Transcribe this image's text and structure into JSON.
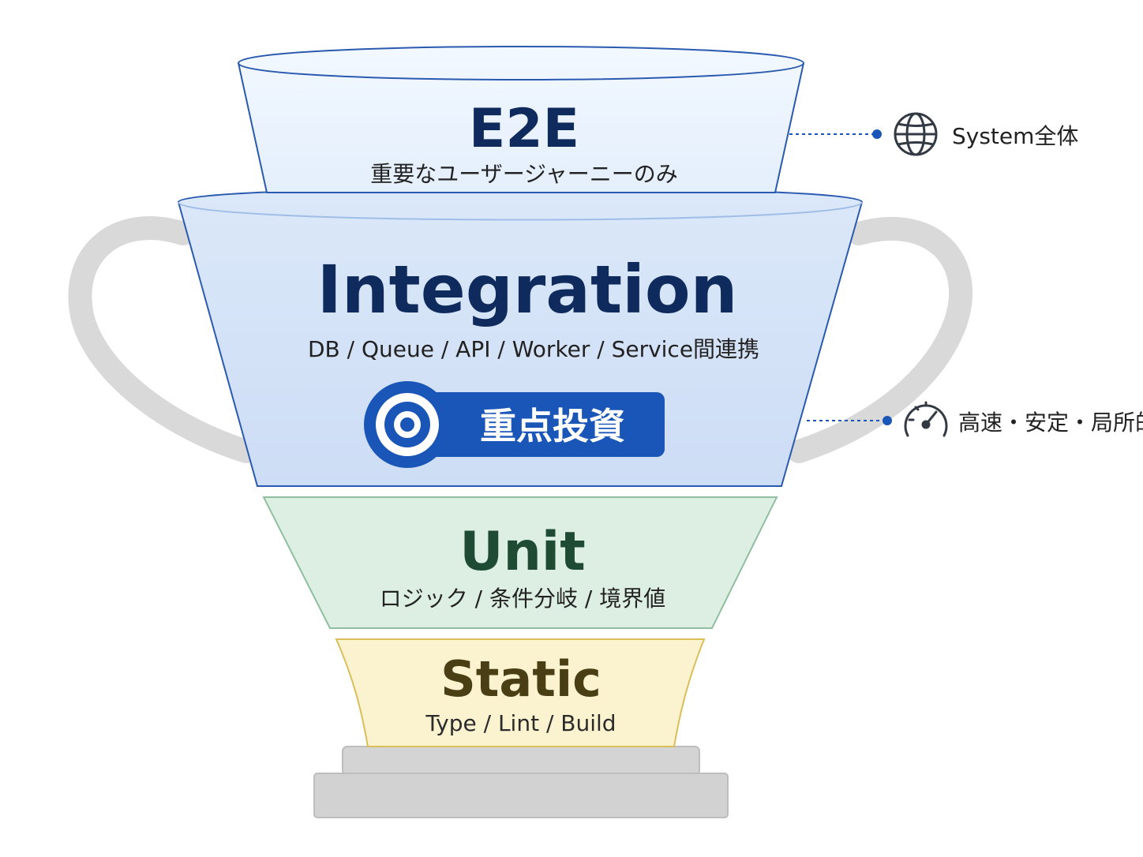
{
  "tiers": {
    "e2e": {
      "title": "E2E",
      "subtitle": "重要なユーザージャーニーのみ"
    },
    "integration": {
      "title": "Integration",
      "subtitle": "DB / Queue / API / Worker / Service間連携",
      "badge": "重点投資"
    },
    "unit": {
      "title": "Unit",
      "subtitle": "ロジック / 条件分岐 / 境界値"
    },
    "static": {
      "title": "Static",
      "subtitle": "Type / Lint / Build"
    }
  },
  "annotations": {
    "top": {
      "icon": "globe-icon",
      "label": "System全体"
    },
    "middle": {
      "icon": "speedometer-icon",
      "label": "高速・安定・局所的"
    }
  },
  "colors": {
    "e2e_fill": "#e9f3fd",
    "integration_fill": "#d3e3f7",
    "unit_fill": "#ddefe3",
    "static_fill": "#fbf2cf",
    "accent_blue": "#1a56b8",
    "handle_gray": "#d9d9d9",
    "base_gray": "#d2d2d2"
  }
}
